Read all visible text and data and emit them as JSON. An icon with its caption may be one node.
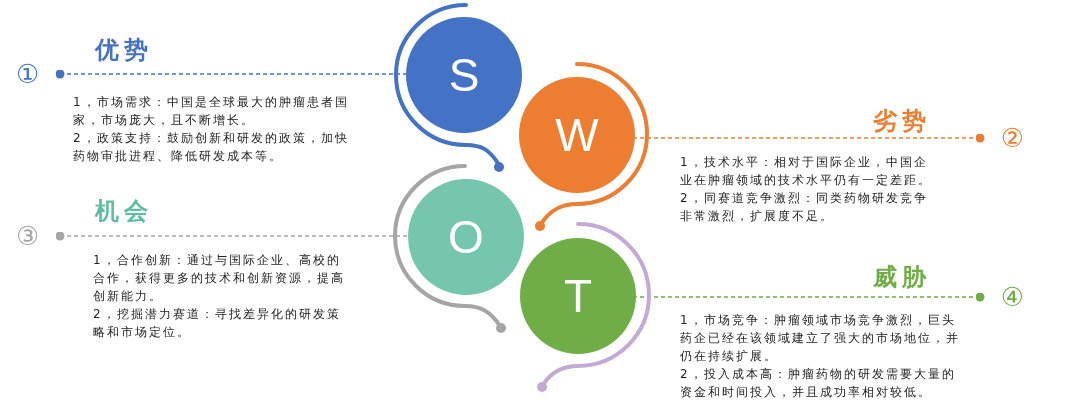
{
  "diagram": {
    "nodes": [
      {
        "text": [
          "①"
        ]
      },
      {
        "text": [
          "S"
        ]
      },
      {
        "text": [
          "W"
        ]
      },
      {
        "text": [
          "②"
        ]
      },
      {
        "text": [
          "③"
        ]
      },
      {
        "text": [
          "O"
        ]
      },
      {
        "text": [
          "T"
        ]
      },
      {
        "text": [
          "④"
        ]
      }
    ],
    "edges": [
      {
        "from": 0,
        "to": 1,
        "arrow": "other",
        "style": "dashed",
        "color": "#4472c4"
      },
      {
        "from": 3,
        "to": 2,
        "arrow": "other",
        "style": "dashed",
        "color": "#ed7d31"
      },
      {
        "from": 4,
        "to": 5,
        "arrow": "other",
        "style": "dashed",
        "color": "#a5a5a5"
      },
      {
        "from": 7,
        "to": 6,
        "arrow": "other",
        "style": "dashed",
        "color": "#70ad47"
      }
    ],
    "labels": [
      "优势",
      "1，市场需求：中国是全球最大的肿瘤患者国家，市场庞大，且不断增长。",
      "2，政策支持：鼓励创新和研发的政策，加快药物审批进程、降低研发成本等。",
      "劣势",
      "1，技术水平：相对于国际企业，中国企业在肿瘤领域的技术水平仍有一定差距。",
      "2，同赛道竞争激烈：同类药物研发竞争非常激烈，扩展度不足。",
      "机会",
      "1，合作创新：通过与国际企业、高校的合作，获得更多的技术和创新资源，提高创新能力。",
      "2，挖掘潜力赛道：寻找差异化的研发策略和市场定位。",
      "威胁",
      "1，市场竞争：肿瘤领域市场竞争激烈，巨头药企已经在该领域建立了强大的市场地位，并仍在持续扩展。",
      "2，投入成本高：肿瘤药物的研发需要大量的资金和时间投入，并且成功率相对较低。"
    ]
  }
}
